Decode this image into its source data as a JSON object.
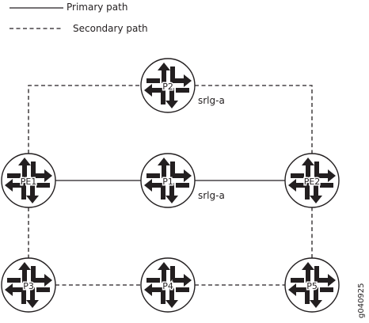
{
  "legend": {
    "primary_label": "Primary path",
    "secondary_label": "Secondary path"
  },
  "routers": [
    {
      "id": "PE1",
      "label": "PE1"
    },
    {
      "id": "P1",
      "label": "P1"
    },
    {
      "id": "PE2",
      "label": "PE2"
    },
    {
      "id": "P2",
      "label": "P2"
    },
    {
      "id": "P3",
      "label": "P3"
    },
    {
      "id": "P4",
      "label": "P4"
    },
    {
      "id": "P5",
      "label": "P5"
    }
  ],
  "links": [
    {
      "from": "PE1",
      "to": "P1",
      "style": "primary"
    },
    {
      "from": "P1",
      "to": "PE2",
      "style": "primary"
    },
    {
      "from": "PE1",
      "to": "P2",
      "style": "secondary"
    },
    {
      "from": "P2",
      "to": "PE2",
      "style": "secondary"
    },
    {
      "from": "PE1",
      "to": "P3",
      "style": "secondary"
    },
    {
      "from": "P3",
      "to": "P4",
      "style": "secondary"
    },
    {
      "from": "P4",
      "to": "P5",
      "style": "secondary"
    },
    {
      "from": "P5",
      "to": "PE2",
      "style": "secondary"
    }
  ],
  "annotations": {
    "srlg_p2": "srlg-a",
    "srlg_p1": "srlg-a"
  },
  "figure_id": "g040925"
}
